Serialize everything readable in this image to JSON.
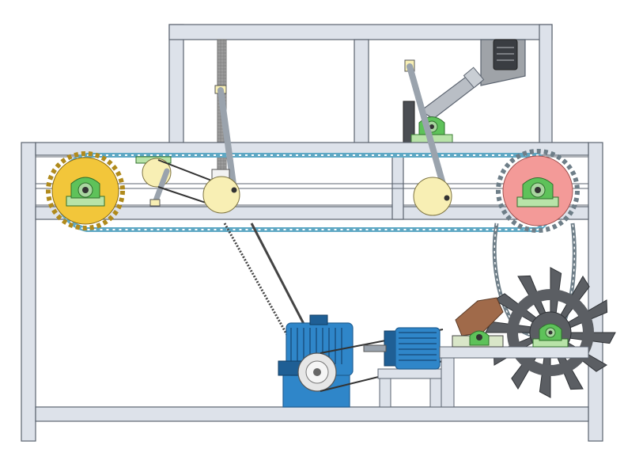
{
  "colors": {
    "background": "#ffffff",
    "frame_fill": "#dde2ea",
    "frame_stroke": "#5c6470",
    "chain": "#5fa8c4",
    "chain_link": "#ffffff",
    "sprocket_left": "#f2c63a",
    "sprocket_right": "#f39a98",
    "bearing_green": "#5ec25a",
    "bearing_light": "#b8e3a8",
    "crank_disc": "#f8efb4",
    "rod": "#9aa3ad",
    "motor_blue": "#2f86c9",
    "motor_blue_dark": "#1f5f95",
    "pulley": "#e6e6e6",
    "belt": "#333333",
    "gearbox_gray": "#4a4a4a",
    "cutter_gray": "#5b5e63",
    "tray_brown": "#a06a4a",
    "pipe_gray": "#b9bec5",
    "hopper_gray": "#9fa3a8"
  },
  "components": [
    {
      "name": "left-drive-sprocket",
      "icon": "sprocket-icon"
    },
    {
      "name": "right-drive-sprocket",
      "icon": "sprocket-icon"
    },
    {
      "name": "transmission-chain",
      "icon": "chain-icon"
    },
    {
      "name": "crank-disc-left",
      "icon": "crank-icon"
    },
    {
      "name": "crank-disc-center",
      "icon": "crank-icon"
    },
    {
      "name": "crank-disc-right",
      "icon": "crank-icon"
    },
    {
      "name": "speed-reducer",
      "icon": "gearbox-icon"
    },
    {
      "name": "electric-motor",
      "icon": "motor-icon"
    },
    {
      "name": "feed-hopper",
      "icon": "hopper-icon"
    },
    {
      "name": "cutter-wheel",
      "icon": "cutter-icon"
    },
    {
      "name": "bearing-block",
      "icon": "bearing-icon"
    }
  ]
}
